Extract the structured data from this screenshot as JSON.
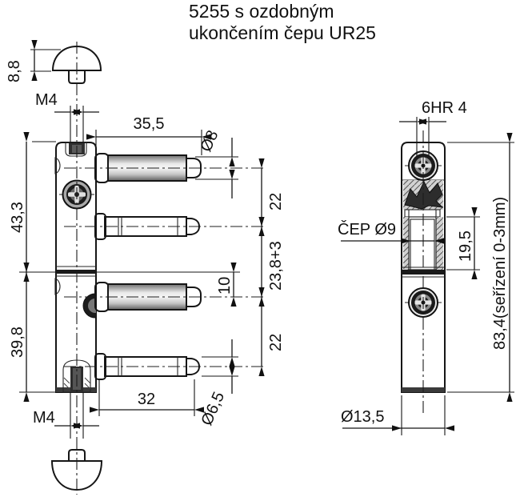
{
  "title": {
    "line1": "5255 s ozdobným",
    "line2": "ukončením čepu UR25"
  },
  "left_view": {
    "dims": {
      "cap_height": "8,8",
      "thread_top_label": "M4",
      "screw_length": "35,5",
      "screw_diameter": "Ø8",
      "upper_body_height": "43,3",
      "spacing_top": "22",
      "spacing_adjust": "23,8+3",
      "spacing_split": "10",
      "lower_body_height": "39,8",
      "spacing_bottom": "22",
      "pin_length": "32",
      "pin_diameter": "Ø6,5",
      "thread_bottom_label": "M4"
    }
  },
  "right_view": {
    "dims": {
      "hex_socket": "6HR 4",
      "pin_label": "ČEP Ø9",
      "pin_height": "19,5",
      "total_height": "83,4(seřízení 0-3mm)",
      "body_diameter": "Ø13,5"
    }
  },
  "colors": {
    "ink": "#111111",
    "background": "#ffffff",
    "metal_light": "#f4f4f4",
    "metal_dark": "#6f6f6f"
  }
}
